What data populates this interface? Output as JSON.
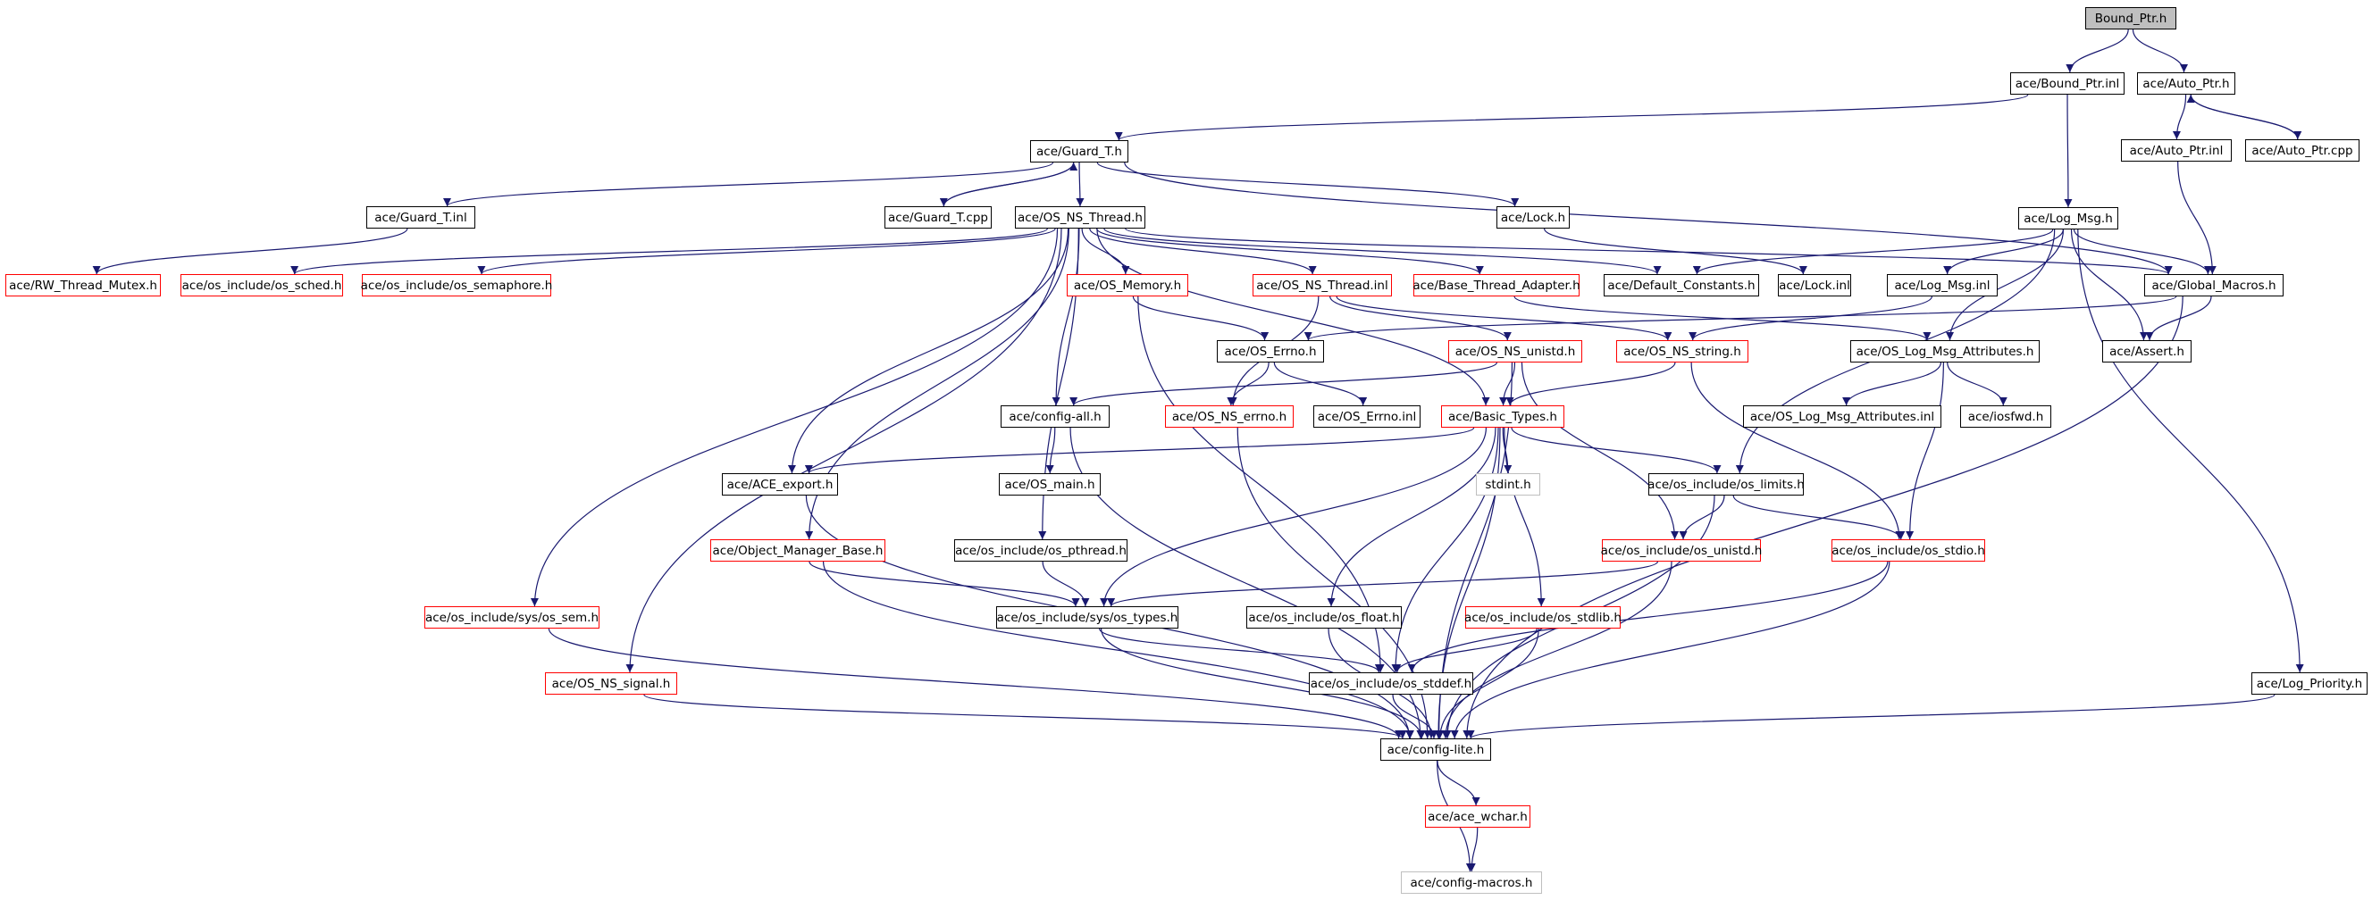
{
  "diagram": {
    "type": "include-dependency-graph",
    "nodes": [
      {
        "id": "bound_ptr_h",
        "label": "Bound_Ptr.h",
        "style": "root"
      },
      {
        "id": "bound_ptr_inl",
        "label": "ace/Bound_Ptr.inl",
        "style": "black"
      },
      {
        "id": "auto_ptr_h",
        "label": "ace/Auto_Ptr.h",
        "style": "black"
      },
      {
        "id": "guard_t_h",
        "label": "ace/Guard_T.h",
        "style": "black"
      },
      {
        "id": "auto_ptr_inl",
        "label": "ace/Auto_Ptr.inl",
        "style": "black"
      },
      {
        "id": "auto_ptr_cpp",
        "label": "ace/Auto_Ptr.cpp",
        "style": "black"
      },
      {
        "id": "guard_t_inl",
        "label": "ace/Guard_T.inl",
        "style": "black"
      },
      {
        "id": "guard_t_cpp",
        "label": "ace/Guard_T.cpp",
        "style": "black"
      },
      {
        "id": "os_ns_thread_h",
        "label": "ace/OS_NS_Thread.h",
        "style": "black"
      },
      {
        "id": "lock_h",
        "label": "ace/Lock.h",
        "style": "black"
      },
      {
        "id": "log_msg_h",
        "label": "ace/Log_Msg.h",
        "style": "black"
      },
      {
        "id": "rw_thread_mutex_h",
        "label": "ace/RW_Thread_Mutex.h",
        "style": "red"
      },
      {
        "id": "os_sched_h",
        "label": "ace/os_include/os_sched.h",
        "style": "red"
      },
      {
        "id": "os_semaphore_h",
        "label": "ace/os_include/os_semaphore.h",
        "style": "red"
      },
      {
        "id": "os_memory_h",
        "label": "ace/OS_Memory.h",
        "style": "red"
      },
      {
        "id": "os_ns_thread_inl",
        "label": "ace/OS_NS_Thread.inl",
        "style": "red"
      },
      {
        "id": "base_thread_adapter_h",
        "label": "ace/Base_Thread_Adapter.h",
        "style": "red"
      },
      {
        "id": "default_constants_h",
        "label": "ace/Default_Constants.h",
        "style": "black"
      },
      {
        "id": "lock_inl",
        "label": "ace/Lock.inl",
        "style": "black"
      },
      {
        "id": "log_msg_inl",
        "label": "ace/Log_Msg.inl",
        "style": "black"
      },
      {
        "id": "global_macros_h",
        "label": "ace/Global_Macros.h",
        "style": "black"
      },
      {
        "id": "os_errno_h",
        "label": "ace/OS_Errno.h",
        "style": "black"
      },
      {
        "id": "os_ns_unistd_h",
        "label": "ace/OS_NS_unistd.h",
        "style": "red"
      },
      {
        "id": "os_ns_string_h",
        "label": "ace/OS_NS_string.h",
        "style": "red"
      },
      {
        "id": "os_log_msg_attributes_h",
        "label": "ace/OS_Log_Msg_Attributes.h",
        "style": "black"
      },
      {
        "id": "assert_h",
        "label": "ace/Assert.h",
        "style": "black"
      },
      {
        "id": "config_all_h",
        "label": "ace/config-all.h",
        "style": "black"
      },
      {
        "id": "os_ns_errno_h",
        "label": "ace/OS_NS_errno.h",
        "style": "red"
      },
      {
        "id": "os_errno_inl",
        "label": "ace/OS_Errno.inl",
        "style": "black"
      },
      {
        "id": "basic_types_h",
        "label": "ace/Basic_Types.h",
        "style": "red"
      },
      {
        "id": "os_log_msg_attributes_inl",
        "label": "ace/OS_Log_Msg_Attributes.inl",
        "style": "black"
      },
      {
        "id": "iosfwd_h",
        "label": "ace/iosfwd.h",
        "style": "black"
      },
      {
        "id": "ace_export_h",
        "label": "ace/ACE_export.h",
        "style": "black"
      },
      {
        "id": "os_main_h",
        "label": "ace/OS_main.h",
        "style": "black"
      },
      {
        "id": "stdint_h",
        "label": "stdint.h",
        "style": "grey"
      },
      {
        "id": "os_limits_h",
        "label": "ace/os_include/os_limits.h",
        "style": "black"
      },
      {
        "id": "object_manager_base_h",
        "label": "ace/Object_Manager_Base.h",
        "style": "red"
      },
      {
        "id": "os_pthread_h",
        "label": "ace/os_include/os_pthread.h",
        "style": "black"
      },
      {
        "id": "os_unistd_h",
        "label": "ace/os_include/os_unistd.h",
        "style": "red"
      },
      {
        "id": "os_stdio_h",
        "label": "ace/os_include/os_stdio.h",
        "style": "red"
      },
      {
        "id": "sys_os_sem_h",
        "label": "ace/os_include/sys/os_sem.h",
        "style": "red"
      },
      {
        "id": "sys_os_types_h",
        "label": "ace/os_include/sys/os_types.h",
        "style": "black"
      },
      {
        "id": "os_float_h",
        "label": "ace/os_include/os_float.h",
        "style": "black"
      },
      {
        "id": "os_stdlib_h",
        "label": "ace/os_include/os_stdlib.h",
        "style": "red"
      },
      {
        "id": "os_ns_signal_h",
        "label": "ace/OS_NS_signal.h",
        "style": "red"
      },
      {
        "id": "os_stddef_h",
        "label": "ace/os_include/os_stddef.h",
        "style": "black"
      },
      {
        "id": "log_priority_h",
        "label": "ace/Log_Priority.h",
        "style": "black"
      },
      {
        "id": "config_lite_h",
        "label": "ace/config-lite.h",
        "style": "black"
      },
      {
        "id": "ace_wchar_h",
        "label": "ace/ace_wchar.h",
        "style": "red"
      },
      {
        "id": "config_macros_h",
        "label": "ace/config-macros.h",
        "style": "grey"
      }
    ],
    "edges": [
      [
        "bound_ptr_h",
        "bound_ptr_inl"
      ],
      [
        "bound_ptr_h",
        "auto_ptr_h"
      ],
      [
        "bound_ptr_inl",
        "guard_t_h"
      ],
      [
        "bound_ptr_inl",
        "log_msg_h"
      ],
      [
        "auto_ptr_h",
        "auto_ptr_inl"
      ],
      [
        "auto_ptr_h",
        "auto_ptr_cpp"
      ],
      [
        "auto_ptr_cpp",
        "auto_ptr_h"
      ],
      [
        "auto_ptr_inl",
        "global_macros_h"
      ],
      [
        "guard_t_h",
        "guard_t_inl"
      ],
      [
        "guard_t_h",
        "guard_t_cpp"
      ],
      [
        "guard_t_cpp",
        "guard_t_h"
      ],
      [
        "guard_t_h",
        "os_ns_thread_h"
      ],
      [
        "guard_t_h",
        "lock_h"
      ],
      [
        "guard_t_h",
        "global_macros_h"
      ],
      [
        "guard_t_inl",
        "rw_thread_mutex_h"
      ],
      [
        "lock_h",
        "lock_inl"
      ],
      [
        "os_ns_thread_h",
        "os_sched_h"
      ],
      [
        "os_ns_thread_h",
        "os_semaphore_h"
      ],
      [
        "os_ns_thread_h",
        "os_memory_h"
      ],
      [
        "os_ns_thread_h",
        "os_ns_thread_inl"
      ],
      [
        "os_ns_thread_h",
        "base_thread_adapter_h"
      ],
      [
        "os_ns_thread_h",
        "default_constants_h"
      ],
      [
        "os_ns_thread_h",
        "global_macros_h"
      ],
      [
        "os_ns_thread_h",
        "config_all_h"
      ],
      [
        "os_ns_thread_h",
        "basic_types_h"
      ],
      [
        "os_ns_thread_h",
        "ace_export_h"
      ],
      [
        "os_ns_thread_h",
        "object_manager_base_h"
      ],
      [
        "os_ns_thread_h",
        "os_pthread_h"
      ],
      [
        "os_ns_thread_h",
        "sys_os_sem_h"
      ],
      [
        "os_ns_thread_h",
        "os_ns_signal_h"
      ],
      [
        "log_msg_h",
        "default_constants_h"
      ],
      [
        "log_msg_h",
        "log_msg_inl"
      ],
      [
        "log_msg_h",
        "global_macros_h"
      ],
      [
        "log_msg_h",
        "os_log_msg_attributes_h"
      ],
      [
        "log_msg_h",
        "assert_h"
      ],
      [
        "log_msg_h",
        "os_limits_h"
      ],
      [
        "log_msg_h",
        "log_priority_h"
      ],
      [
        "log_msg_inl",
        "os_ns_string_h"
      ],
      [
        "global_macros_h",
        "os_errno_h"
      ],
      [
        "global_macros_h",
        "assert_h"
      ],
      [
        "global_macros_h",
        "config_lite_h"
      ],
      [
        "os_memory_h",
        "os_errno_h"
      ],
      [
        "os_memory_h",
        "os_stddef_h"
      ],
      [
        "os_ns_thread_inl",
        "os_ns_errno_h"
      ],
      [
        "os_ns_thread_inl",
        "os_ns_unistd_h"
      ],
      [
        "os_ns_thread_inl",
        "os_ns_string_h"
      ],
      [
        "base_thread_adapter_h",
        "os_log_msg_attributes_h"
      ],
      [
        "os_errno_h",
        "os_ns_errno_h"
      ],
      [
        "os_errno_h",
        "os_errno_inl"
      ],
      [
        "os_ns_unistd_h",
        "config_all_h"
      ],
      [
        "os_ns_unistd_h",
        "basic_types_h"
      ],
      [
        "os_ns_unistd_h",
        "os_unistd_h"
      ],
      [
        "os_ns_unistd_h",
        "config_lite_h"
      ],
      [
        "os_ns_string_h",
        "basic_types_h"
      ],
      [
        "os_ns_string_h",
        "os_stdio_h"
      ],
      [
        "os_log_msg_attributes_h",
        "os_log_msg_attributes_inl"
      ],
      [
        "os_log_msg_attributes_h",
        "iosfwd_h"
      ],
      [
        "os_log_msg_attributes_h",
        "os_stdio_h"
      ],
      [
        "config_all_h",
        "os_main_h"
      ],
      [
        "config_all_h",
        "config_lite_h"
      ],
      [
        "os_ns_errno_h",
        "config_lite_h"
      ],
      [
        "basic_types_h",
        "ace_export_h"
      ],
      [
        "basic_types_h",
        "stdint_h"
      ],
      [
        "basic_types_h",
        "os_limits_h"
      ],
      [
        "basic_types_h",
        "sys_os_types_h"
      ],
      [
        "basic_types_h",
        "os_float_h"
      ],
      [
        "basic_types_h",
        "os_stdlib_h"
      ],
      [
        "basic_types_h",
        "os_stddef_h"
      ],
      [
        "basic_types_h",
        "config_lite_h"
      ],
      [
        "ace_export_h",
        "config_lite_h"
      ],
      [
        "os_limits_h",
        "os_unistd_h"
      ],
      [
        "os_limits_h",
        "os_stdio_h"
      ],
      [
        "os_limits_h",
        "config_lite_h"
      ],
      [
        "object_manager_base_h",
        "sys_os_types_h"
      ],
      [
        "object_manager_base_h",
        "config_lite_h"
      ],
      [
        "os_pthread_h",
        "sys_os_types_h"
      ],
      [
        "os_unistd_h",
        "sys_os_types_h"
      ],
      [
        "os_unistd_h",
        "config_lite_h"
      ],
      [
        "os_stdio_h",
        "os_stddef_h"
      ],
      [
        "os_stdio_h",
        "config_lite_h"
      ],
      [
        "sys_os_sem_h",
        "config_lite_h"
      ],
      [
        "sys_os_types_h",
        "os_stddef_h"
      ],
      [
        "sys_os_types_h",
        "config_lite_h"
      ],
      [
        "os_float_h",
        "config_lite_h"
      ],
      [
        "os_stdlib_h",
        "os_stddef_h"
      ],
      [
        "os_stdlib_h",
        "config_lite_h"
      ],
      [
        "os_ns_signal_h",
        "config_lite_h"
      ],
      [
        "os_stddef_h",
        "config_lite_h"
      ],
      [
        "log_priority_h",
        "config_lite_h"
      ],
      [
        "config_lite_h",
        "ace_wchar_h"
      ],
      [
        "config_lite_h",
        "config_macros_h"
      ],
      [
        "ace_wchar_h",
        "config_macros_h"
      ]
    ]
  },
  "colors": {
    "edge": "#191970",
    "node_border": "#000000",
    "node_border_red": "#ff0000",
    "node_border_grey": "#bfbfbf",
    "root_fill": "#bfbfbf"
  }
}
